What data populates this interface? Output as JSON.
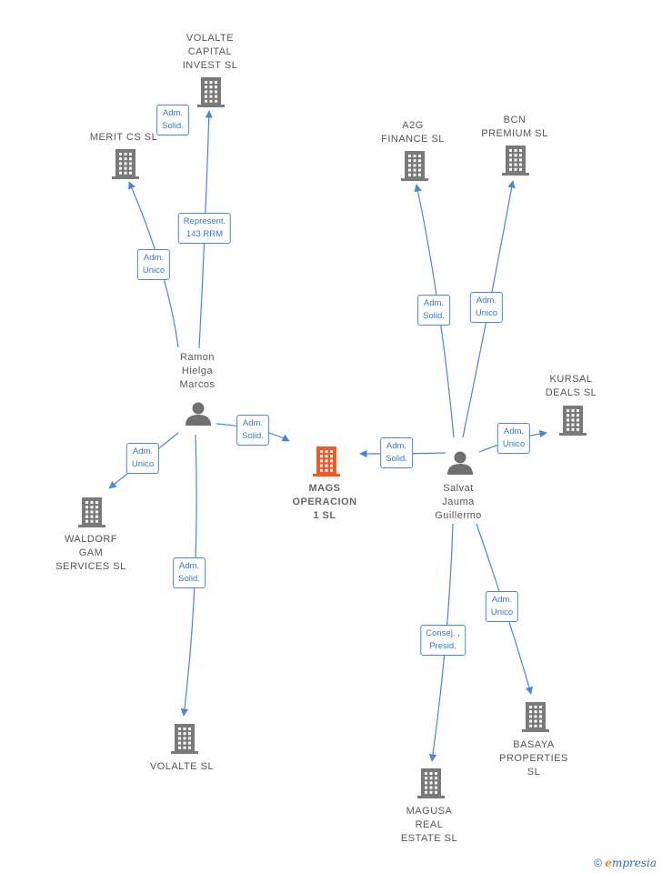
{
  "focus_company": {
    "id": "mags",
    "label": "MAGS\nOPERACION\n1  SL"
  },
  "people": [
    {
      "id": "ramon",
      "label": "Ramon\nHielga\nMarcos"
    },
    {
      "id": "salvat",
      "label": "Salvat\nJauma\nGuillermo"
    }
  ],
  "companies": [
    {
      "id": "volalte_capital",
      "label": "VOLALTE\nCAPITAL\nINVEST  SL"
    },
    {
      "id": "merit",
      "label": "MERIT CS  SL"
    },
    {
      "id": "waldorf",
      "label": "WALDORF\nGAM\nSERVICES  SL"
    },
    {
      "id": "volalte",
      "label": "VOLALTE  SL"
    },
    {
      "id": "a2g",
      "label": "A2G\nFINANCE SL"
    },
    {
      "id": "bcn",
      "label": "BCN\nPREMIUM SL"
    },
    {
      "id": "kursal",
      "label": "KURSAL\nDEALS  SL"
    },
    {
      "id": "basaya",
      "label": "BASAYA\nPROPERTIES\nSL"
    },
    {
      "id": "magusa",
      "label": "MAGUSA\nREAL\nESTATE  SL"
    }
  ],
  "edges": [
    {
      "from": "ramon",
      "to": "volalte_capital",
      "label": "Represent.\n143 RRM"
    },
    {
      "from": "ramon",
      "to": "volalte_capital",
      "label": "Adm.\nSolid."
    },
    {
      "from": "ramon",
      "to": "merit",
      "label": "Adm.\nUnico"
    },
    {
      "from": "ramon",
      "to": "mags",
      "label": "Adm.\nSolid."
    },
    {
      "from": "ramon",
      "to": "waldorf",
      "label": "Adm.\nUnico"
    },
    {
      "from": "ramon",
      "to": "volalte",
      "label": "Adm.\nSolid."
    },
    {
      "from": "salvat",
      "to": "a2g",
      "label": "Adm.\nSolid."
    },
    {
      "from": "salvat",
      "to": "bcn",
      "label": "Adm.\nUnico"
    },
    {
      "from": "salvat",
      "to": "kursal",
      "label": "Adm.\nUnico"
    },
    {
      "from": "salvat",
      "to": "mags",
      "label": "Adm.\nSolid."
    },
    {
      "from": "salvat",
      "to": "basaya",
      "label": "Adm.\nUnico"
    },
    {
      "from": "salvat",
      "to": "magusa",
      "label": "Consej. ,\nPresid."
    }
  ],
  "colors": {
    "edge": "#4a87d4",
    "building": "#7a7a7a",
    "focus_building": "#f05a28",
    "person": "#6f6f6f"
  },
  "icons": {
    "company": "building-icon",
    "person": "person-icon"
  },
  "footer": {
    "copyright_symbol": "©",
    "brand_first": "e",
    "brand_rest": "mpresia"
  }
}
